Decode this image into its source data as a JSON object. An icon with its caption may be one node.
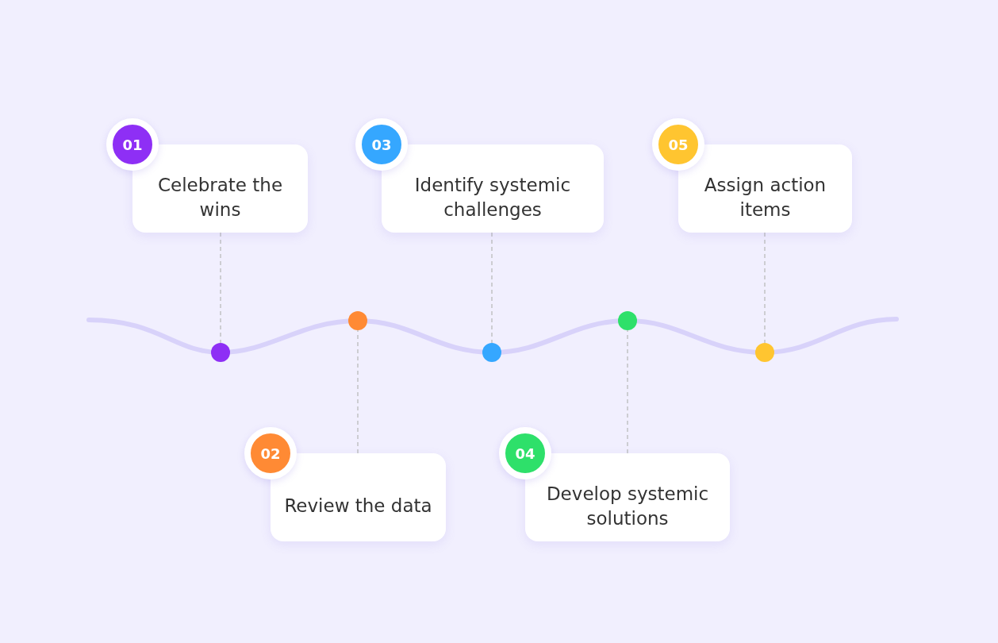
{
  "diagram": {
    "nodes": [
      {
        "text": [
          "01",
          "Celebrate the wins"
        ]
      },
      {
        "text": [
          "02",
          "Review the data"
        ]
      },
      {
        "text": [
          "03",
          "Identify systemic challenges"
        ]
      },
      {
        "text": [
          "04",
          "Develop systemic solutions"
        ]
      },
      {
        "text": [
          "05",
          "Assign action items"
        ]
      },
      {
        "text": [],
        "shape": "circle"
      },
      {
        "text": [],
        "shape": "circle"
      },
      {
        "text": [],
        "shape": "circle"
      },
      {
        "text": [],
        "shape": "circle"
      },
      {
        "text": [],
        "shape": "circle"
      }
    ],
    "edges": [
      {
        "from": 0,
        "to": 5,
        "arrow": "none",
        "style": "dashed"
      },
      {
        "from": 1,
        "to": 6,
        "arrow": "none",
        "style": "dashed"
      },
      {
        "from": 2,
        "to": 7,
        "arrow": "none",
        "style": "dashed"
      },
      {
        "from": 3,
        "to": 8,
        "arrow": "none",
        "style": "dashed"
      },
      {
        "from": 4,
        "to": 9,
        "arrow": "none",
        "style": "dashed"
      }
    ]
  }
}
